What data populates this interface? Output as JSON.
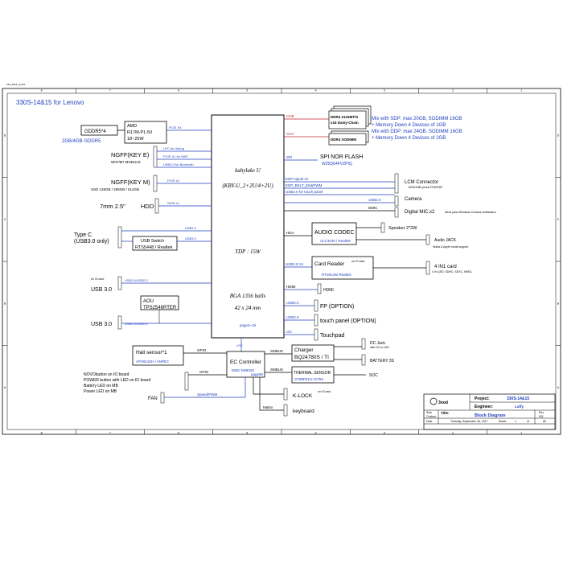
{
  "header_corner": "330_6315_1p1A1",
  "title": "330S-14&15 for Lenovo",
  "cpu": {
    "name": "kabylake U",
    "variant": "(KBY-U_2+2U/4+2U)",
    "tdp": "TDP : 15W",
    "pkg1": "BGA 1356 balls",
    "pkg2": "42 x 24 mm",
    "page": "page3~15"
  },
  "gpu": {
    "gddr": "GDDR5*4",
    "name": "AMD",
    "part": "R17M-P1-50",
    "power": "18~25W",
    "mem": "2GB/4GB GDDR5",
    "link": "PCIE X4"
  },
  "ngff_e": {
    "title": "NGFF(KEY E)",
    "sub": "WIFI/BT MODULE",
    "l1": "LPC for dubug",
    "l2": "PCIE X1 for WIFI",
    "l3": "USB2.0 for Bluetooth"
  },
  "ngff_m": {
    "title": "NGFF(KEY M)",
    "sub": "SSD 128GB / 256GB / 512GB",
    "link": "PCIE x4"
  },
  "hdd": {
    "label": "7mm 2.5\"",
    "title": "HDD",
    "link": "SATA x1"
  },
  "typec": {
    "l1": "Type C",
    "l2": "(USB3.0 only)",
    "sw": "USB Switch",
    "swpart": "RTS5448 / Realtek",
    "link1": "USB2.0",
    "link2": "USB3.0"
  },
  "usb1": {
    "label": "USB 3.0",
    "note": "on IO card",
    "link": "USB3.0/USB2.0"
  },
  "aou": {
    "l1": "AOU",
    "l2": "TPS2546RTER"
  },
  "usb2": {
    "label": "USB 3.0",
    "link": "USB3.0/USB2.0"
  },
  "memory": {
    "chb": "CHB",
    "cha": "CHA",
    "ddr4a": "DDR4 2133MT/S",
    "ddr4b": "x16 Daisy-Chain",
    "sodimm": "DDR4 SODIMM",
    "m1": "Mix with SDP: max 20GB, SODIMM 16GB",
    "m2": "+ Memory Down 4 Devices of 1GB",
    "m3": "Mix with DDP: max 24GB, SODIMM 16GB",
    "m4": "+ Memory Down 4 Devices of 2GB"
  },
  "spi": {
    "link": "SPI",
    "title": "SPI NOR FLASH",
    "part": "W25Q64FVZPIQ"
  },
  "display": {
    "edp": "EDP signal x2",
    "bklt": "EDP_BKLT_EN&PWM",
    "usbtp": "USB2.0 for touch panel",
    "lcm": "LCM Connector",
    "lcmsub": "1920x1080 pixels FHD/EDP",
    "camlink": "USB2.0",
    "camera": "Camera",
    "dmic": "DMIC",
    "mic": "Digital MIC,x2",
    "micnote": "Need pass Windows Cortana certification"
  },
  "audio": {
    "hda": "HDA",
    "title": "AUDIO CODEC",
    "part": "ALC3240 / Realtek",
    "spk": "Speaker 2*2W",
    "jack": "Audio JACK",
    "jacknote": "Nokia & Apple mode support"
  },
  "card": {
    "link": "USB2.0 X1",
    "title": "Card Reader",
    "note": "on IO card",
    "part": "RTS5146/ Realtek",
    "slot": "4 IN1 card",
    "slotsub": "4 in 1(SD, SDHC, SDXC, MMC)"
  },
  "ports": {
    "hdmilink": "HDMI",
    "hdmi": "HDMI",
    "fplink": "USB2.0",
    "fp": "FP (OPTION)",
    "tplink": "USB2.0",
    "tp": "touch panel (OPTION)",
    "padlink": "I2C",
    "pad": "Touchpad"
  },
  "ec": {
    "lpc": "LPC",
    "title": "EC Controller",
    "part": "ENE/ KB9028",
    "page": "page50",
    "gpio": "GPIO",
    "hall": "Hall sensor*1",
    "hallpart": "APX9132H / ANPEC",
    "nv1": "NOVObutton on IO board",
    "nv2": "POWER button with LED on IO board",
    "nv3": "Battery LED on MB",
    "nv4": "Power LED on MB",
    "gpio2": "GPIO",
    "fanlink": "Speed/PWM",
    "fan": "FAN",
    "smbus1": "SMBUS",
    "smbus2": "SMBUS",
    "kbnote": "on IO card",
    "klock": "K-LOCK",
    "matrix": "Matrix",
    "keyboard": "keyboard"
  },
  "charger": {
    "title": "Charger",
    "part": "BQ24780S / TI",
    "dc": "DC Jack",
    "dcsub": "with DC-in LED",
    "battery": "BATTERY 3S"
  },
  "thermal": {
    "title": "THERMAL SENSOR",
    "part": "G788P81U+G753",
    "soc": "SOC"
  },
  "titleblock": {
    "logo": "3nod",
    "project_label": "Project:",
    "project": "330S-14&15",
    "engineer_label": "Engineer:",
    "engineer": "Luffy",
    "size_label": "Size",
    "size": "Custom",
    "title_label": "Title:",
    "title": "Block Diagram",
    "rev_label": "Rev",
    "rev": "001",
    "date_label": "Date",
    "date": "Tuesday, September 26, 2017",
    "sheet_label": "Sheet",
    "sheet": "1",
    "of": "of",
    "total": "89"
  },
  "border_cols": [
    "8",
    "7",
    "6",
    "5",
    "4",
    "3",
    "2",
    "1"
  ],
  "border_rows": [
    "D",
    "C",
    "B",
    "A"
  ]
}
